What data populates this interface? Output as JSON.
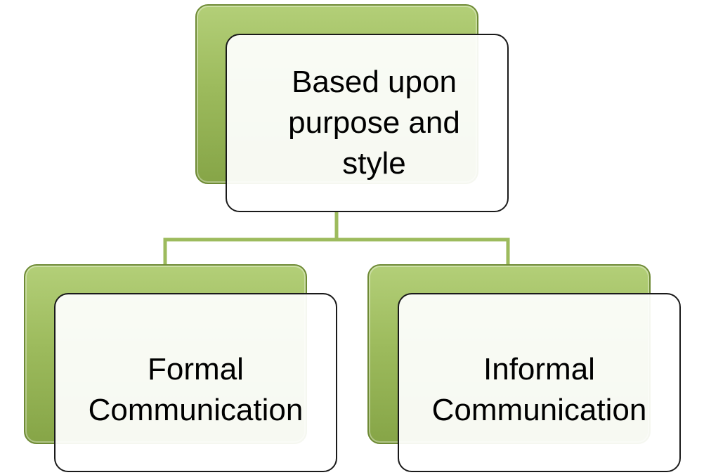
{
  "diagram": {
    "root": {
      "label": "Based upon\npurpose and\nstyle"
    },
    "children": [
      {
        "label": "Formal\nCommunication"
      },
      {
        "label": "Informal\nCommunication"
      }
    ]
  },
  "colors": {
    "node_fill": "#9dbb5d",
    "node_border": "#6e8a35",
    "connector": "#9dbb5d",
    "card_fill": "#ffffff",
    "card_border": "#1a1a1a"
  }
}
